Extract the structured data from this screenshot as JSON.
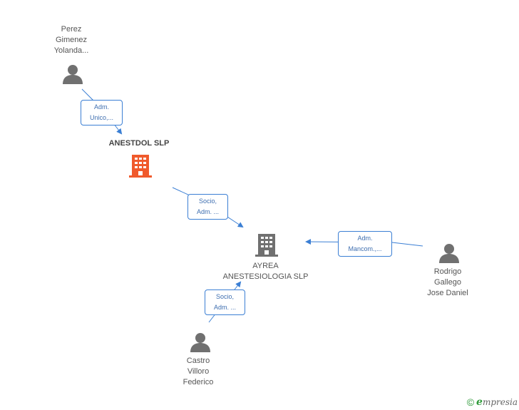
{
  "colors": {
    "accent": "#3b7fd4",
    "company_main": "#f05a2c",
    "company_other": "#707070",
    "person": "#707070",
    "brand_green": "#2f9a3a"
  },
  "nodes": {
    "perez": {
      "lines": [
        "Perez",
        "Gimenez",
        "Yolanda..."
      ],
      "icon": "person-icon"
    },
    "anestdol": {
      "name": "ANESTDOL SLP",
      "icon": "building-icon"
    },
    "ayrea": {
      "lines": [
        "AYREA",
        "ANESTESIOLOGIA SLP"
      ],
      "icon": "building-icon"
    },
    "rodrigo": {
      "lines": [
        "Rodrigo",
        "Gallego",
        "Jose Daniel"
      ],
      "icon": "person-icon"
    },
    "castro": {
      "lines": [
        "Castro",
        "Villoro",
        "Federico"
      ],
      "icon": "person-icon"
    }
  },
  "edges": {
    "perez_anestdol": {
      "lines": [
        "Adm.",
        "Unico,..."
      ]
    },
    "anestdol_ayrea": {
      "lines": [
        "Socio,",
        "Adm. ..."
      ]
    },
    "rodrigo_ayrea": {
      "lines": [
        "Adm.",
        "Mancom.,..."
      ]
    },
    "castro_ayrea": {
      "lines": [
        "Socio,",
        "Adm. ..."
      ]
    }
  },
  "footer": {
    "copyright": "©",
    "brand_initial": "e",
    "brand_rest": "mpresia"
  }
}
